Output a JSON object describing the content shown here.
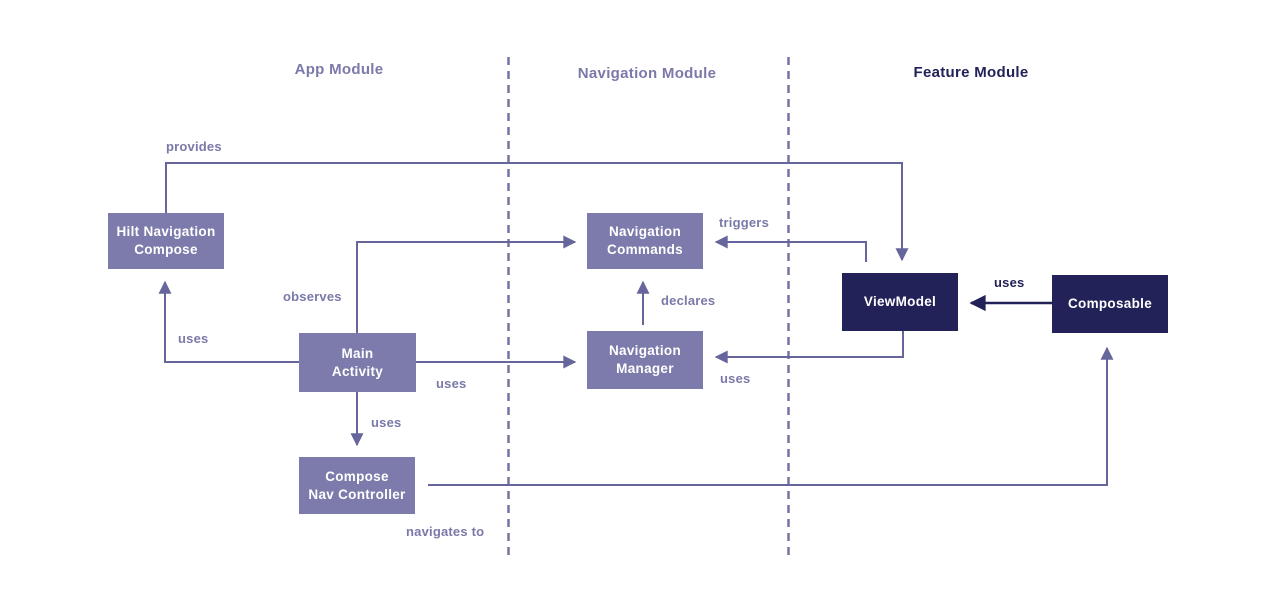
{
  "modules": {
    "app": {
      "label": "App Module"
    },
    "navigation": {
      "label": "Navigation Module"
    },
    "feature": {
      "label": "Feature Module"
    }
  },
  "nodes": {
    "hilt_navigation_compose": {
      "label": "Hilt Navigation\nCompose",
      "module": "App Module",
      "color": "#7c7bab"
    },
    "main_activity": {
      "label": "Main\nActivity",
      "module": "App Module",
      "color": "#7c7bab"
    },
    "compose_nav_controller": {
      "label": "Compose\nNav Controller",
      "module": "App Module",
      "color": "#7c7bab"
    },
    "navigation_commands": {
      "label": "Navigation\nCommands",
      "module": "Navigation Module",
      "color": "#7c7bab"
    },
    "navigation_manager": {
      "label": "Navigation\nManager",
      "module": "Navigation Module",
      "color": "#7c7bab"
    },
    "viewmodel": {
      "label": "ViewModel",
      "module": "Feature Module",
      "color": "#222258"
    },
    "composable": {
      "label": "Composable",
      "module": "Feature Module",
      "color": "#222258"
    }
  },
  "edges": {
    "provides": {
      "label": "provides",
      "from": "Hilt Navigation Compose",
      "to": "ViewModel"
    },
    "uses_hilt": {
      "label": "uses",
      "from": "Main Activity",
      "to": "Hilt Navigation Compose"
    },
    "observes": {
      "label": "observes",
      "from": "Main Activity",
      "to": "Navigation Commands"
    },
    "uses_manager": {
      "label": "uses",
      "from": "Main Activity",
      "to": "Navigation Manager"
    },
    "uses_controller": {
      "label": "uses",
      "from": "Main Activity",
      "to": "Compose Nav Controller"
    },
    "declares": {
      "label": "declares",
      "from": "Navigation Manager",
      "to": "Navigation Commands"
    },
    "triggers": {
      "label": "triggers",
      "from": "ViewModel",
      "to": "Navigation Commands"
    },
    "viewmodel_uses": {
      "label": "uses",
      "from": "ViewModel",
      "to": "Navigation Manager"
    },
    "composable_uses": {
      "label": "uses",
      "from": "Composable",
      "to": "ViewModel"
    },
    "navigates_to": {
      "label": "navigates to",
      "from": "Compose Nav Controller",
      "to": "Composable"
    }
  },
  "colors": {
    "background": "#ffffff",
    "purple_box": "#7c7bab",
    "navy_box": "#222258",
    "purple_line": "#66669c",
    "navy_line": "#222258",
    "purple_label": "#7a79a9",
    "navy_label": "#222258",
    "node_text": "#ffffff"
  }
}
